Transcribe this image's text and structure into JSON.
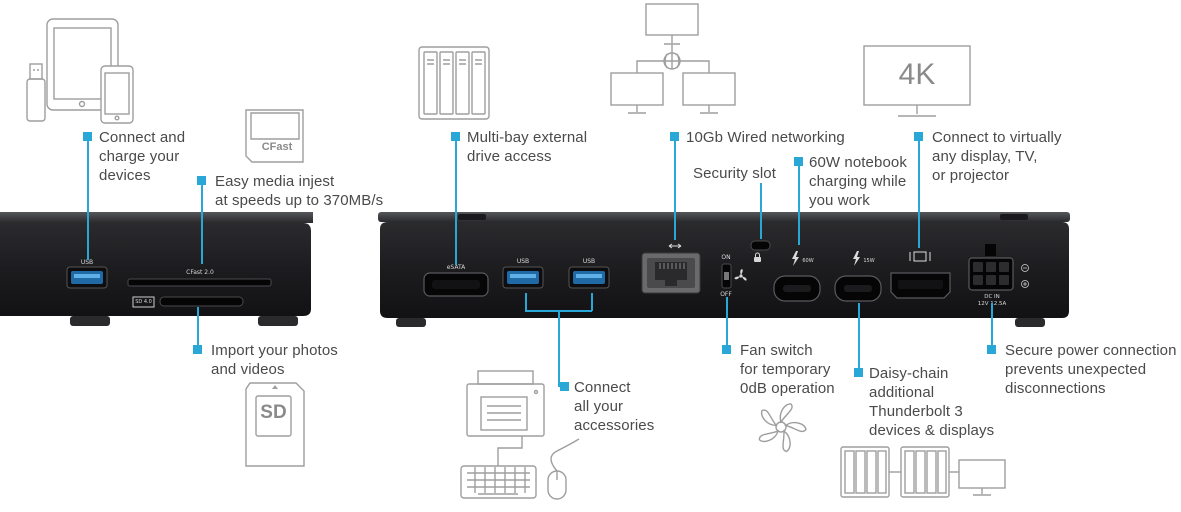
{
  "callouts": {
    "charge": "Connect and\ncharge your\ndevices",
    "media": "Easy media injest\nat speeds up to 370MB/s",
    "photos": "Import your photos\nand videos",
    "drive": "Multi-bay external\ndrive access",
    "accessories": "Connect\nall your\naccessories",
    "network": "10Gb Wired networking",
    "security": "Security slot",
    "charging60": "60W notebook\ncharging while\nyou work",
    "display": "Connect to virtually\nany display, TV,\nor projector",
    "fan": "Fan switch\nfor temporary\n0dB operation",
    "daisy": "Daisy-chain\nadditional\nThunderbolt 3\ndevices & displays",
    "power": "Secure power connection\nprevents unexpected\ndisconnections"
  },
  "device_labels": {
    "usb_left": "USB",
    "cfast": "CFast 2.0",
    "sd40": "SD 4.0",
    "esata": "eSATA",
    "usb1": "USB",
    "usb2": "USB",
    "on": "ON",
    "off": "OFF",
    "w60": "60W",
    "w15": "15W",
    "dcin": "DC IN\n12V 12.5A"
  },
  "illustration_labels": {
    "cfast_card": "CFast",
    "sd_card": "SD",
    "monitor_4k": "4K"
  },
  "colors": {
    "accent": "#29a8d8",
    "dock_body": "#1f1f22",
    "outline": "#9e9e9e",
    "text": "#4a4a4a"
  }
}
